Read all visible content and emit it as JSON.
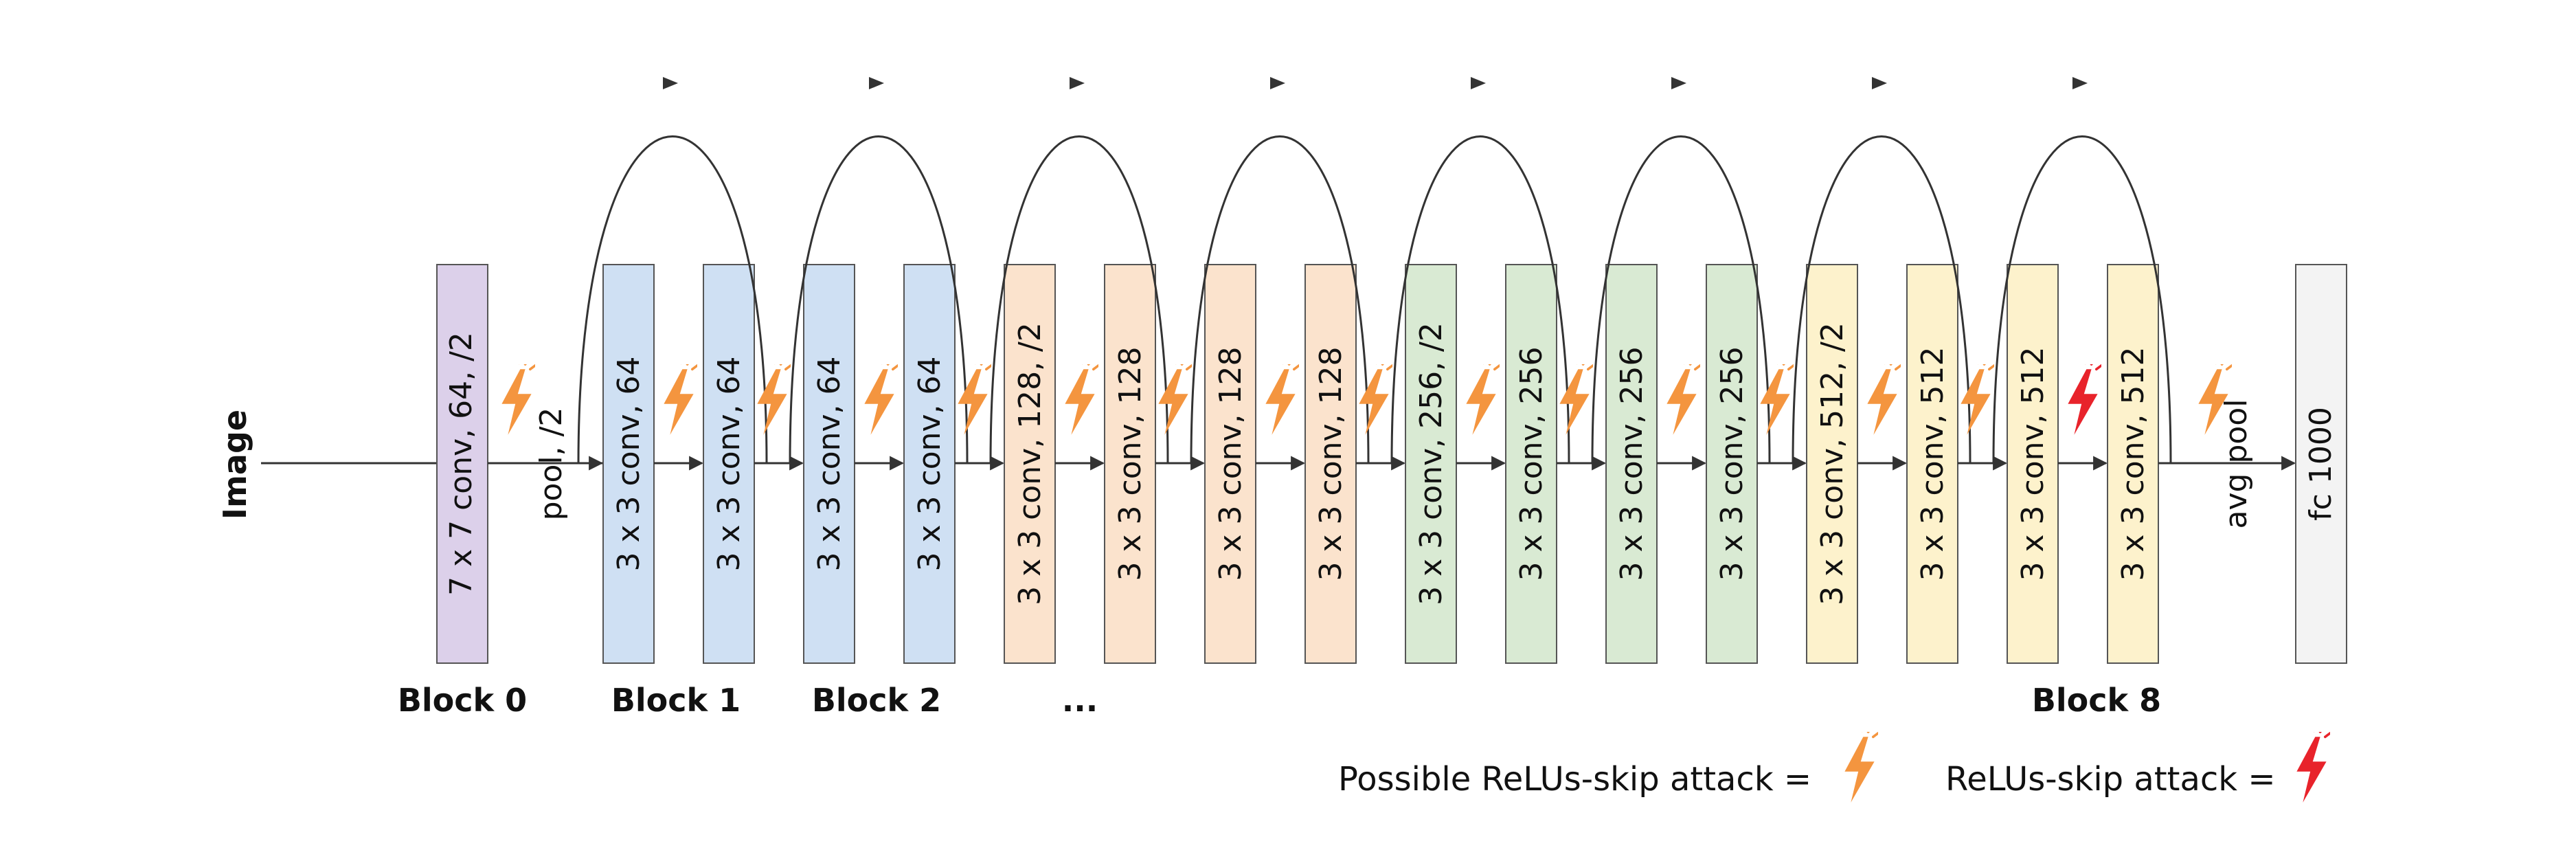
{
  "input_label": "Image",
  "layers": [
    {
      "label": "7 x 7 conv, 64, /2",
      "color": "#dcd0ea"
    },
    {
      "label": "3 x 3 conv, 64",
      "color": "#cfe0f3"
    },
    {
      "label": "3 x 3 conv, 64",
      "color": "#cfe0f3"
    },
    {
      "label": "3 x 3 conv, 64",
      "color": "#cfe0f3"
    },
    {
      "label": "3 x 3 conv, 64",
      "color": "#cfe0f3"
    },
    {
      "label": "3 x 3 conv, 128, /2",
      "color": "#fbe3cd"
    },
    {
      "label": "3 x 3 conv, 128",
      "color": "#fbe3cd"
    },
    {
      "label": "3 x 3 conv, 128",
      "color": "#fbe3cd"
    },
    {
      "label": "3 x 3 conv,  128",
      "color": "#fbe3cd"
    },
    {
      "label": "3 x 3 conv, 256, /2",
      "color": "#d9ead3"
    },
    {
      "label": "3 x 3 conv, 256",
      "color": "#d9ead3"
    },
    {
      "label": "3 x 3 conv, 256",
      "color": "#d9ead3"
    },
    {
      "label": "3 x 3 conv,  256",
      "color": "#d9ead3"
    },
    {
      "label": "3 x 3 conv, 512, /2",
      "color": "#fdf2cc"
    },
    {
      "label": "3 x 3 conv, 512",
      "color": "#fdf2cc"
    },
    {
      "label": "3 x 3 conv, 512",
      "color": "#fdf2cc"
    },
    {
      "label": "3 x 3 conv,  512",
      "color": "#fdf2cc"
    },
    {
      "label": "fc 1000",
      "color": "#f3f3f3"
    }
  ],
  "pool_label": "pool, /2",
  "avg_pool_label": "avg pool",
  "block_labels": [
    "Block 0",
    "Block 1",
    "Block 2",
    "...",
    "Block 8"
  ],
  "legend": {
    "possible_text": "Possible ReLUs-skip attack =",
    "attack_text": "ReLUs-skip attack ="
  },
  "colors": {
    "possible_attack": "#f4953f",
    "relu_skip_attack": "#e8232b",
    "line": "#333333"
  }
}
